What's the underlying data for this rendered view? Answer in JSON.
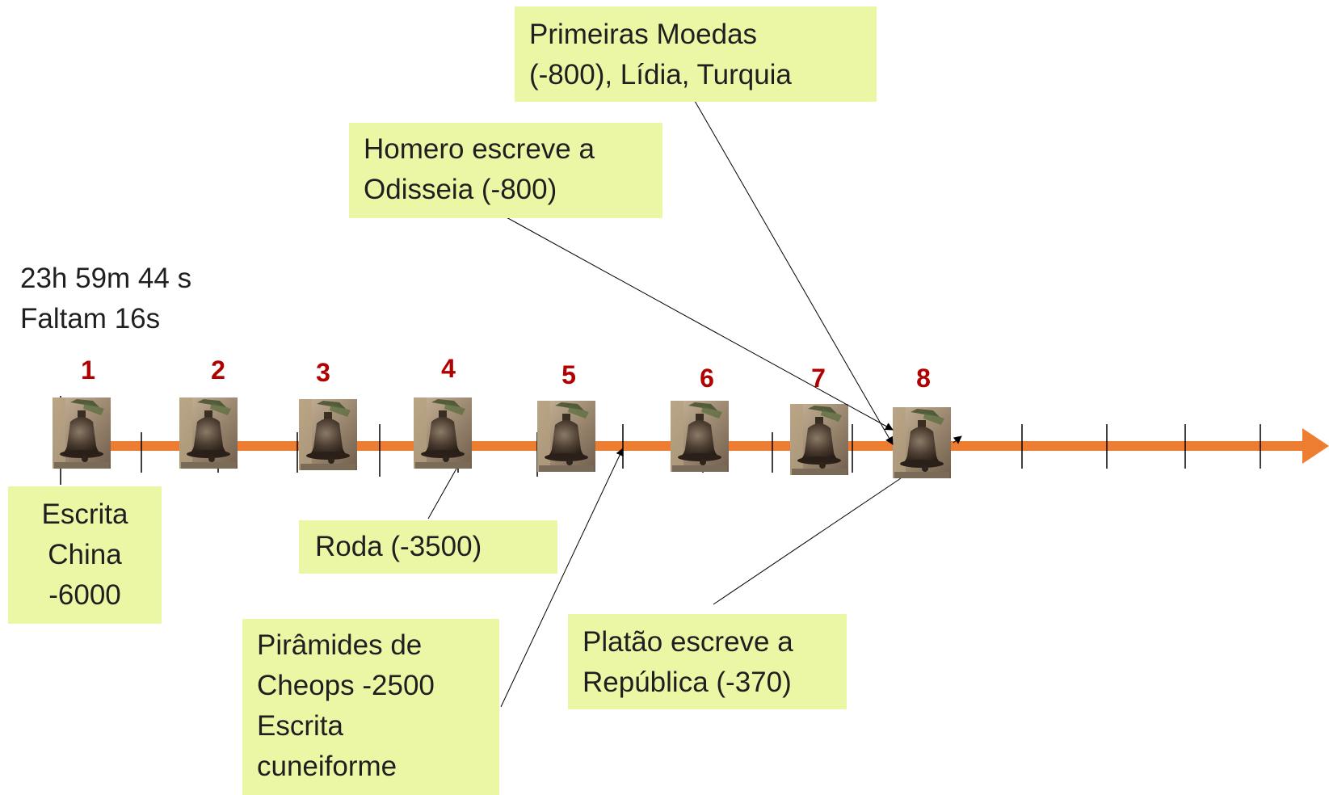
{
  "clock": {
    "time_line": "23h 59m 44 s",
    "remaining_line": "Faltam 16s"
  },
  "bells": [
    {
      "number": "1"
    },
    {
      "number": "2"
    },
    {
      "number": "3"
    },
    {
      "number": "4"
    },
    {
      "number": "5"
    },
    {
      "number": "6"
    },
    {
      "number": "7"
    },
    {
      "number": "8"
    }
  ],
  "events": {
    "escrita_china": [
      "Escrita",
      "China",
      "-6000"
    ],
    "roda": [
      "Roda (-3500)"
    ],
    "piramides": [
      "Pirâmides de",
      "Cheops  -2500",
      "Escrita",
      "cuneiforme"
    ],
    "platao": [
      "Platão escreve a",
      "República (-370)"
    ],
    "homero": [
      "Homero escreve a",
      "Odisseia (-800)"
    ],
    "moedas": [
      "Primeiras Moedas",
      "(-800), Lídia, Turquia"
    ]
  },
  "colors": {
    "axis": "#ed7d31",
    "note_fill": "#ecf7a6",
    "bell_number": "#b00000",
    "connector": "#000000"
  },
  "icons": {
    "bell": "bell-icon",
    "arrowhead": "arrow-head-icon"
  }
}
